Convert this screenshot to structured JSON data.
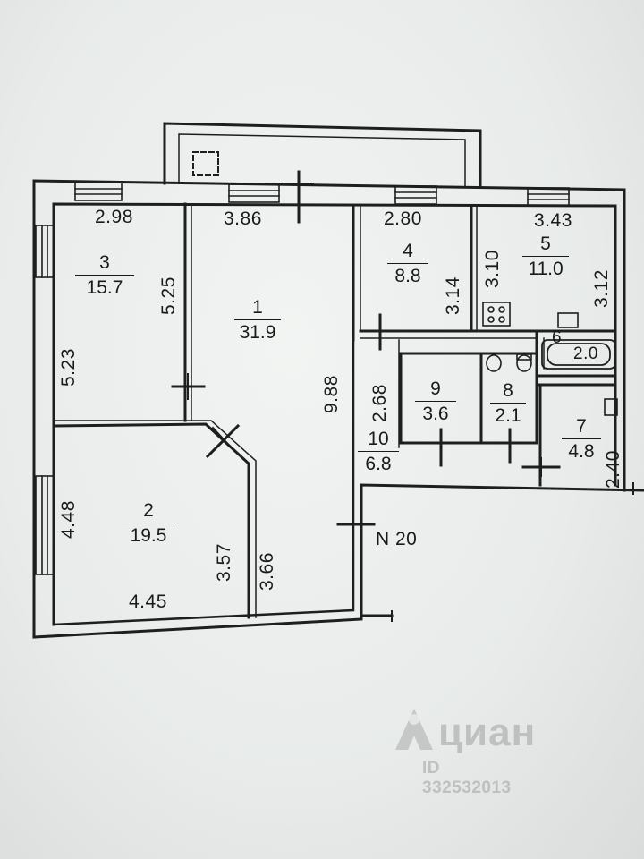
{
  "plan": {
    "rooms": [
      {
        "id": "room-1",
        "number": "1",
        "area": "31.9"
      },
      {
        "id": "room-2",
        "number": "2",
        "area": "19.5"
      },
      {
        "id": "room-3",
        "number": "3",
        "area": "15.7"
      },
      {
        "id": "room-4",
        "number": "4",
        "area": "8.8"
      },
      {
        "id": "room-5",
        "number": "5",
        "area": "11.0"
      },
      {
        "id": "room-6",
        "number": "6",
        "area": "2.0"
      },
      {
        "id": "room-7",
        "number": "7",
        "area": "4.8"
      },
      {
        "id": "room-8",
        "number": "8",
        "area": "2.1"
      },
      {
        "id": "room-9",
        "number": "9",
        "area": "3.6"
      },
      {
        "id": "room-10",
        "number": "10",
        "area": "6.8"
      }
    ],
    "dimensions": [
      "2.98",
      "3.86",
      "2.80",
      "3.43",
      "5.25",
      "5.23",
      "3.14",
      "3.10",
      "3.12",
      "9.88",
      "2.68",
      "2.40",
      "4.48",
      "3.57",
      "3.66",
      "4.45"
    ],
    "label_n20": "N 20"
  },
  "watermark": {
    "brand": "циан",
    "listing_id": "ID 332532013"
  }
}
